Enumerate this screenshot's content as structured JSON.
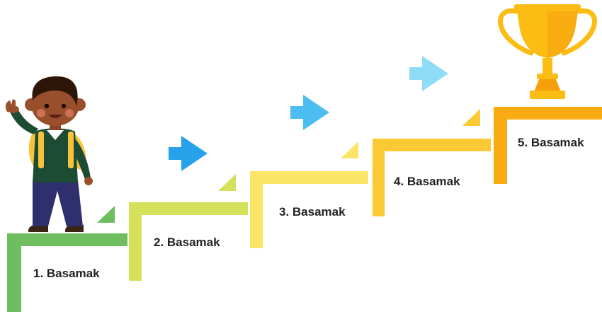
{
  "steps": [
    {
      "label": "1. Basamak",
      "color": "#6ebd5f"
    },
    {
      "label": "2. Basamak",
      "color": "#d5e15a"
    },
    {
      "label": "3. Basamak",
      "color": "#fbe566"
    },
    {
      "label": "4. Basamak",
      "color": "#fbc934"
    },
    {
      "label": "5. Basamak",
      "color": "#fbab12"
    }
  ],
  "arrows": [
    {
      "color": "#27a2ea"
    },
    {
      "color": "#4cbdf0"
    },
    {
      "color": "#8fdcf6"
    }
  ],
  "icons": {
    "character": "waving-student-icon",
    "trophy": "trophy-icon"
  },
  "colors": {
    "trophy_gold": "#fbbd14",
    "trophy_dark": "#f59f0b",
    "label_text": "#222222"
  }
}
